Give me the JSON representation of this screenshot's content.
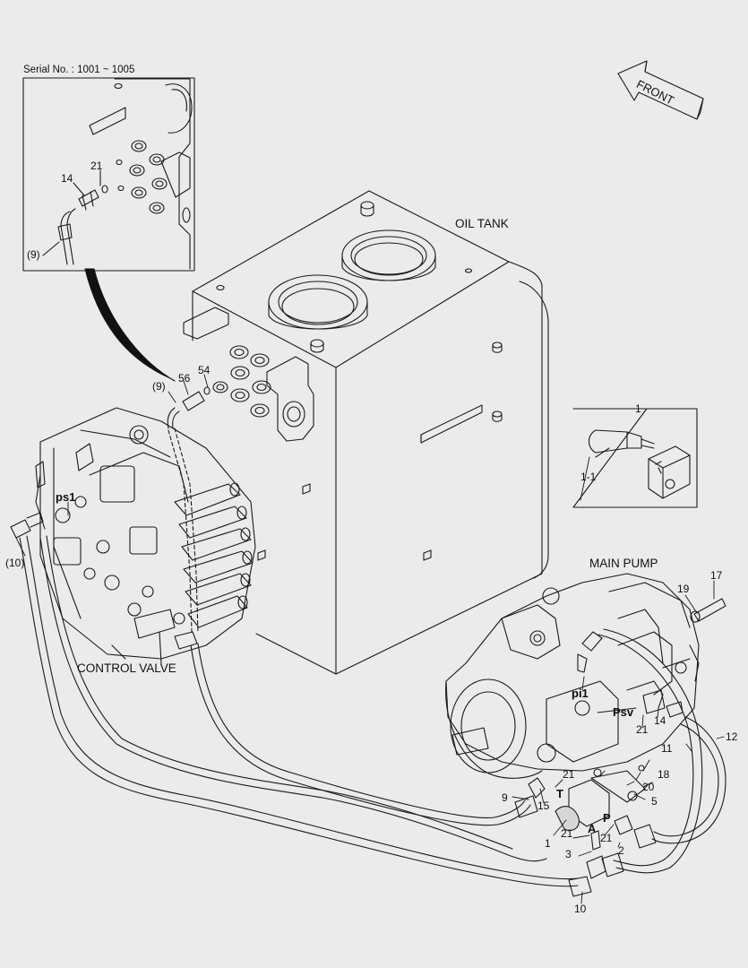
{
  "inset": {
    "serial": "Serial No. : 1001 ~ 1005",
    "labels": [
      "14",
      "21",
      "(9)"
    ]
  },
  "front": "FRONT",
  "components": {
    "oil_tank": "OIL TANK",
    "control_valve": "CONTROL VALVE",
    "main_pump": "MAIN PUMP"
  },
  "ports": {
    "ps1": "ps1",
    "pi1": "pi1",
    "psv": "Psv",
    "t": "T",
    "a": "A",
    "p": "P"
  },
  "callouts": {
    "c9_top": "(9)",
    "c56": "56",
    "c54": "54",
    "c10_left": "(10)",
    "c1_box": "1",
    "c1_1": "1-1",
    "c17": "17",
    "c19": "19",
    "c14": "14",
    "c21_psv": "21",
    "c11": "11",
    "c12": "12",
    "c18": "18",
    "c20": "20",
    "c5": "5",
    "c21_t": "21",
    "c9": "9",
    "c15": "15",
    "c1": "1",
    "c21_a": "21",
    "c21_p": "21",
    "c2": "2",
    "c3": "3",
    "c10": "10"
  }
}
